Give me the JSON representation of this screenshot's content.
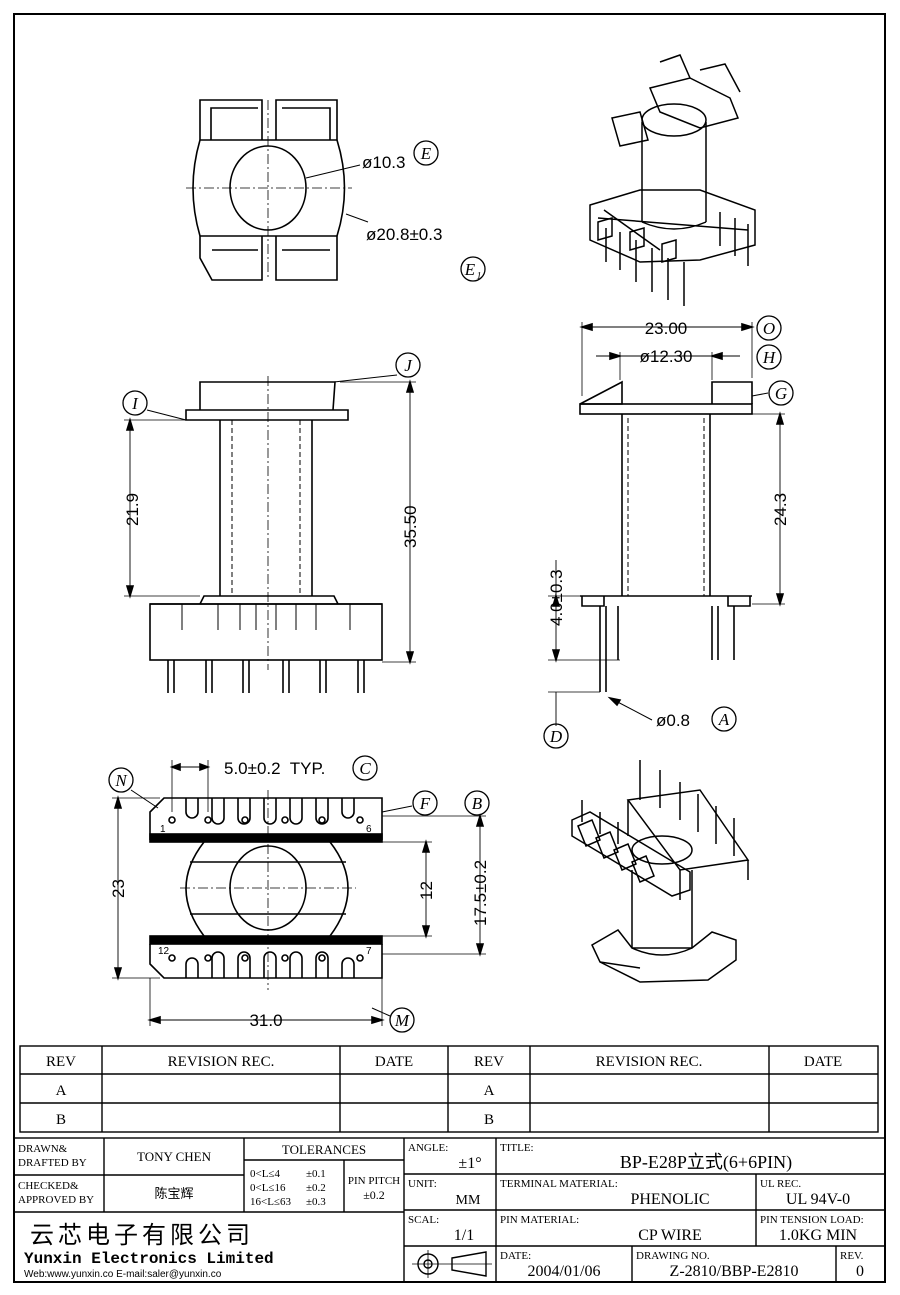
{
  "labels": {
    "E": "E",
    "E1": "E",
    "E1_sub": "1",
    "J": "J",
    "I": "I",
    "O": "O",
    "H": "H",
    "G": "G",
    "D": "D",
    "A": "A",
    "N": "N",
    "C": "C",
    "F": "F",
    "B": "B",
    "M": "M"
  },
  "dims": {
    "d_10_3": "ø10.3",
    "d_20_8": "ø20.8±0.3",
    "h_21_9": "21.9",
    "h_35_50": "35.50",
    "w_23_00": "23.00",
    "d_12_30": "ø12.30",
    "h_24_3": "24.3",
    "h_4_0": "4.0±0.3",
    "d_0_8": "ø0.8",
    "pitch": "5.0±0.2  TYP.",
    "h_23": "23",
    "h_12": "12",
    "h_17_5": "17.5±0.2",
    "w_31_0": "31.0"
  },
  "pins": {
    "p1": "1",
    "p6": "6",
    "p12": "12",
    "p7": "7"
  },
  "revision_table": {
    "headers": [
      "REV",
      "REVISION REC.",
      "DATE",
      "REV",
      "REVISION REC.",
      "DATE"
    ],
    "rows": [
      "A",
      "B"
    ]
  },
  "title_block": {
    "drawn_label_1": "DRAWN&",
    "drawn_label_2": "DRAFTED BY",
    "drawn_value": "TONY CHEN",
    "checked_label_1": "CHECKED&",
    "checked_label_2": "APPROVED BY",
    "checked_value": "陈宝辉",
    "tolerances_label": "TOLERANCES",
    "tol_rows": [
      {
        "range": "0<L≤4",
        "tol": "±0.1"
      },
      {
        "range": "0<L≤16",
        "tol": "±0.2"
      },
      {
        "range": "16<L≤63",
        "tol": "±0.3"
      }
    ],
    "pin_pitch_label": "PIN PITCH",
    "pin_pitch_value": "±0.2",
    "angle_label": "ANGLE:",
    "angle_value": "±1°",
    "unit_label": "UNIT:",
    "unit_value": "MM",
    "scale_label": "SCAL:",
    "scale_value": "1/1",
    "title_label": "TITLE:",
    "title_value": "BP-E28P立式(6+6PIN)",
    "terminal_label": "TERMINAL MATERIAL:",
    "terminal_value": "PHENOLIC",
    "ul_label": "UL REC.",
    "ul_value": "UL 94V-0",
    "pin_material_label": "PIN MATERIAL:",
    "pin_material_value": "CP WIRE",
    "pin_tension_label": "PIN TENSION LOAD:",
    "pin_tension_value": "1.0KG MIN",
    "date_label": "DATE:",
    "date_value": "2004/01/06",
    "drawing_no_label": "DRAWING NO.",
    "drawing_no_value": "Z-2810/BBP-E2810",
    "rev_label": "REV.",
    "rev_value": "0",
    "company_cn": "云芯电子有限公司",
    "company_en": "Yunxin Electronics Limited",
    "company_web": "Web:www.yunxin.co  E-mail:saler@yunxin.co"
  }
}
